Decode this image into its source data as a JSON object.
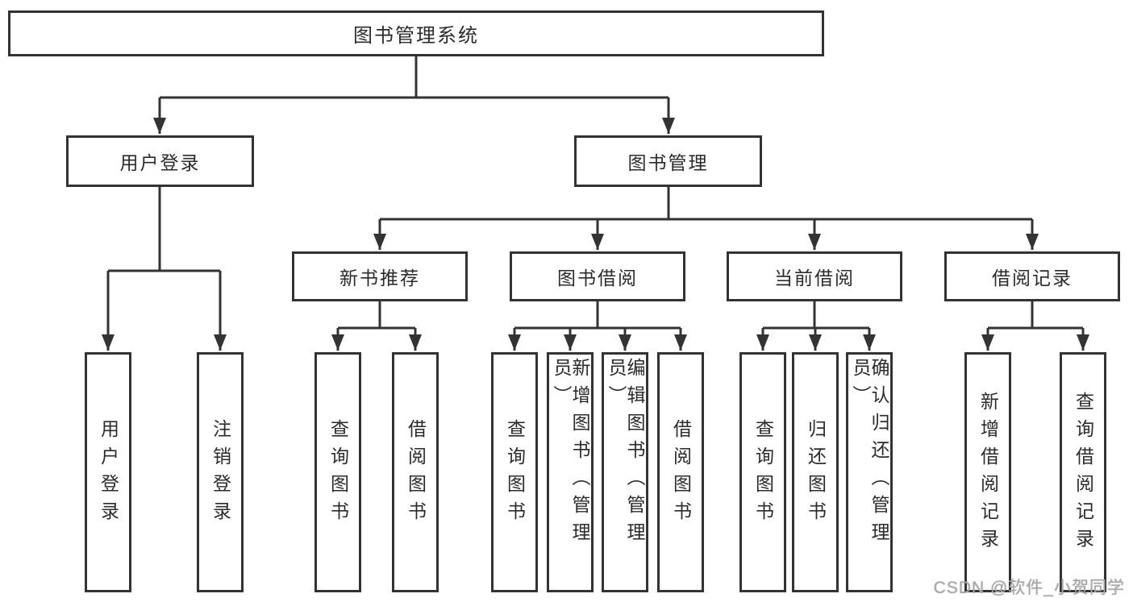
{
  "tree": {
    "root": "图书管理系统",
    "branches": [
      {
        "label": "用户登录",
        "leaves": [
          "用户登录",
          "注销登录"
        ]
      },
      {
        "label": "图书管理",
        "groups": [
          {
            "label": "新书推荐",
            "leaves": [
              "查询图书",
              "借阅图书"
            ]
          },
          {
            "label": "图书借阅",
            "leaves": [
              "查询图书",
              "新增图书（管理员）",
              "编辑图书（管理员）",
              "借阅图书"
            ]
          },
          {
            "label": "当前借阅",
            "leaves": [
              "查询图书",
              "归还图书",
              "确认归还（管理员）"
            ]
          },
          {
            "label": "借阅记录",
            "leaves": [
              "新增借阅记录",
              "查询借阅记录"
            ]
          }
        ]
      }
    ]
  },
  "colors": {
    "line": "#333333",
    "text": "#2b2b2b",
    "watermark": "#a8a8a8"
  },
  "watermark": {
    "text": "CSDN @软件_小贺同学"
  }
}
